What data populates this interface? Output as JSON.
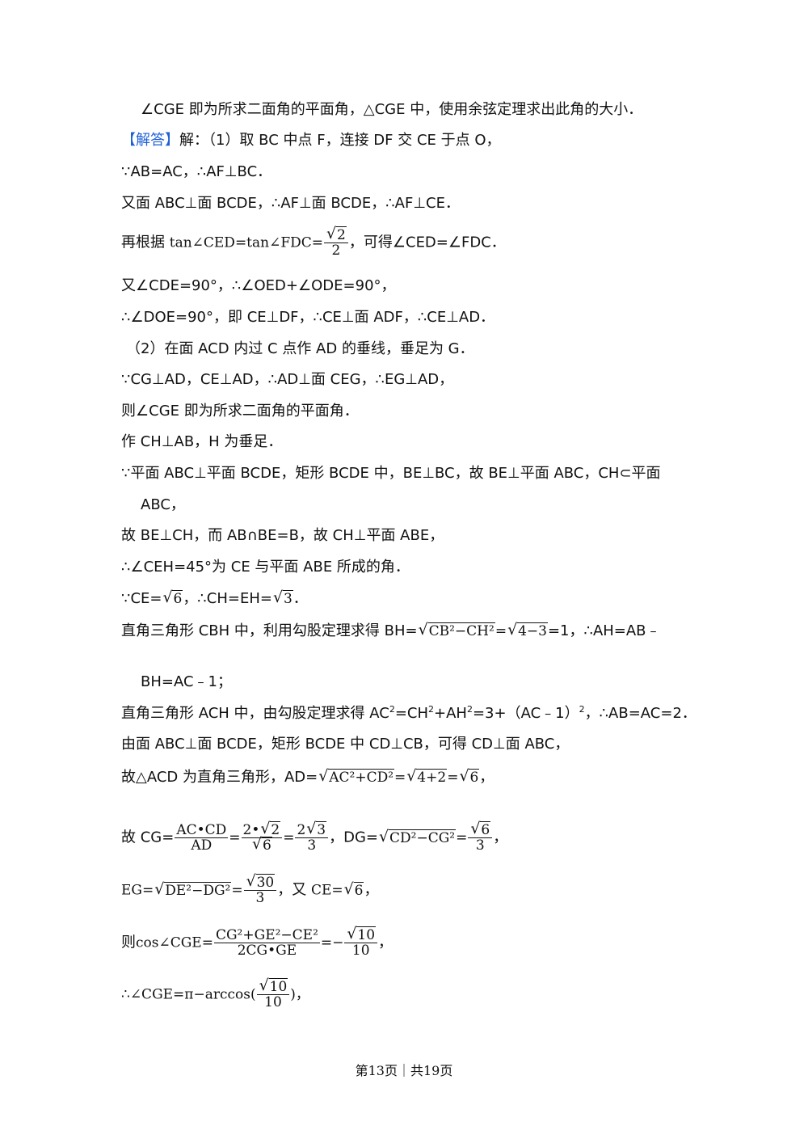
{
  "lines": {
    "l0": "∠CGE 即为所求二面角的平面角，△CGE 中，使用余弦定理求出此角的大小．",
    "l1_tag": "【解答】",
    "l1_text": "解：（1）取 BC 中点 F，连接 DF 交 CE 于点 O，",
    "l2": "∵AB=AC，∴AF⊥BC．",
    "l3": "又面 ABC⊥面 BCDE，∴AF⊥面 BCDE，∴AF⊥CE．",
    "l4_pre": "再根据",
    "l4_math": "tan∠CED=tan∠FDC=",
    "l4_num": "2",
    "l4_den": "2",
    "l4_post": "，可得∠CED=∠FDC．",
    "l5": "又∠CDE=90°，∴∠OED+∠ODE=90°，",
    "l6": "∴∠DOE=90°，即 CE⊥DF，∴CE⊥面 ADF，∴CE⊥AD．",
    "l7": "（2）在面 ACD 内过 C 点作 AD 的垂线，垂足为 G．",
    "l8": "∵CG⊥AD，CE⊥AD，∴AD⊥面 CEG，∴EG⊥AD，",
    "l9": "则∠CGE 即为所求二面角的平面角．",
    "l10": "作 CH⊥AB，H 为垂足．",
    "l11": "∵平面 ABC⊥平面 BCDE，矩形 BCDE 中，BE⊥BC，故 BE⊥平面 ABC，CH⊂平面",
    "l12": "ABC，",
    "l13": "故 BE⊥CH，而 AB∩BE=B，故 CH⊥平面 ABE，",
    "l14": "∴∠CEH=45°为 CE 与平面 ABE 所成的角．",
    "l15_a": "∵CE=",
    "l15_r1": "6",
    "l15_b": "，∴CH=EH=",
    "l15_r2": "3",
    "l15_c": "．",
    "l16_a": "直角三角形 CBH 中，利用勾股定理求得 BH=",
    "l16_r1": "CB²−CH²",
    "l16_eq": "=",
    "l16_r2": "4−3",
    "l16_b": "=1，∴AH=AB﹣",
    "l17": "BH=AC﹣1；",
    "l18_a": "直角三角形 ACH 中，由勾股定理求得 AC",
    "l18_b": "=CH",
    "l18_c": "+AH",
    "l18_d": "=3+（AC﹣1）",
    "l18_e": "，∴AB=AC=2．",
    "sup2": "2",
    "l19": "由面 ABC⊥面 BCDE，矩形 BCDE 中 CD⊥CB，可得 CD⊥面 ABC，",
    "l20_a": "故△ACD 为直角三角形，AD=",
    "l20_r1": "AC²+CD²",
    "l20_eq1": "=",
    "l20_r2": "4+2",
    "l20_eq2": "=",
    "l20_r3": "6",
    "l20_b": "，",
    "l21_a": "故 CG=",
    "l21_n1": "AC•CD",
    "l21_d1": "AD",
    "l21_eq1": "=",
    "l21_n2a": "2•",
    "l21_n2r": "2",
    "l21_d2r": "6",
    "l21_eq2": "=",
    "l21_n3a": "2",
    "l21_n3r": "3",
    "l21_d3": "3",
    "l21_b": "，DG=",
    "l21_r4": "CD²−CG²",
    "l21_eq3": "=",
    "l21_n5r": "6",
    "l21_d5": "3",
    "l21_c": "，",
    "l22_a": "EG=",
    "l22_r1": "DE²−DG²",
    "l22_eq": "=",
    "l22_nr": "30",
    "l22_d": "3",
    "l22_b": "，又",
    "l22_c": "CE=",
    "l22_r2": "6",
    "l22_d2": "，",
    "l23_a": "则",
    "l23_b": "cos∠CGE=",
    "l23_n": "CG²+GE²−CE²",
    "l23_den": "2CG•GE",
    "l23_eq": "=−",
    "l23_n2r": "10",
    "l23_d2": "10",
    "l23_c": "，",
    "l24_a": "∴∠CGE=π−arccos(",
    "l24_nr": "10",
    "l24_d": "10",
    "l24_b": ")，"
  },
  "footer": "第13页｜共19页",
  "colors": {
    "tag": "#1f5fd6",
    "text": "#111111"
  }
}
